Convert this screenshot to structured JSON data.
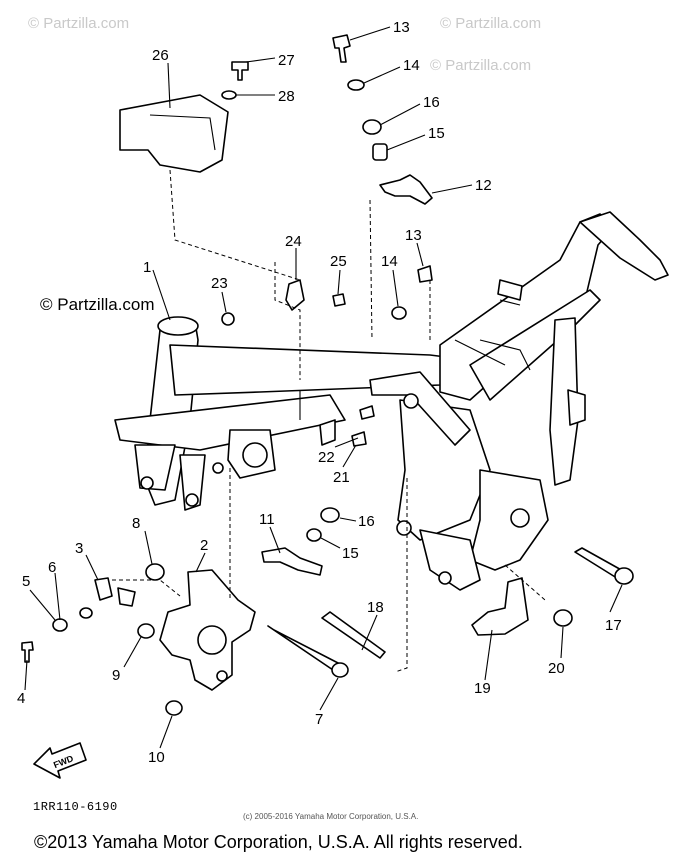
{
  "watermark": "© Partzilla.com",
  "callouts": [
    "1",
    "2",
    "3",
    "4",
    "5",
    "6",
    "7",
    "8",
    "9",
    "10",
    "11",
    "12",
    "13",
    "14",
    "15",
    "16",
    "17",
    "18",
    "19",
    "20",
    "21",
    "22",
    "23",
    "24",
    "25",
    "26",
    "27",
    "28",
    "13",
    "14",
    "15",
    "16"
  ],
  "fwd_label": "FWD",
  "diagram_code": "1RR110-6190",
  "small_copyright": "(c) 2005-2016 Yamaha Motor Corporation, U.S.A.",
  "footer_copyright": "©2013 Yamaha Motor Corporation, U.S.A. All rights reserved."
}
